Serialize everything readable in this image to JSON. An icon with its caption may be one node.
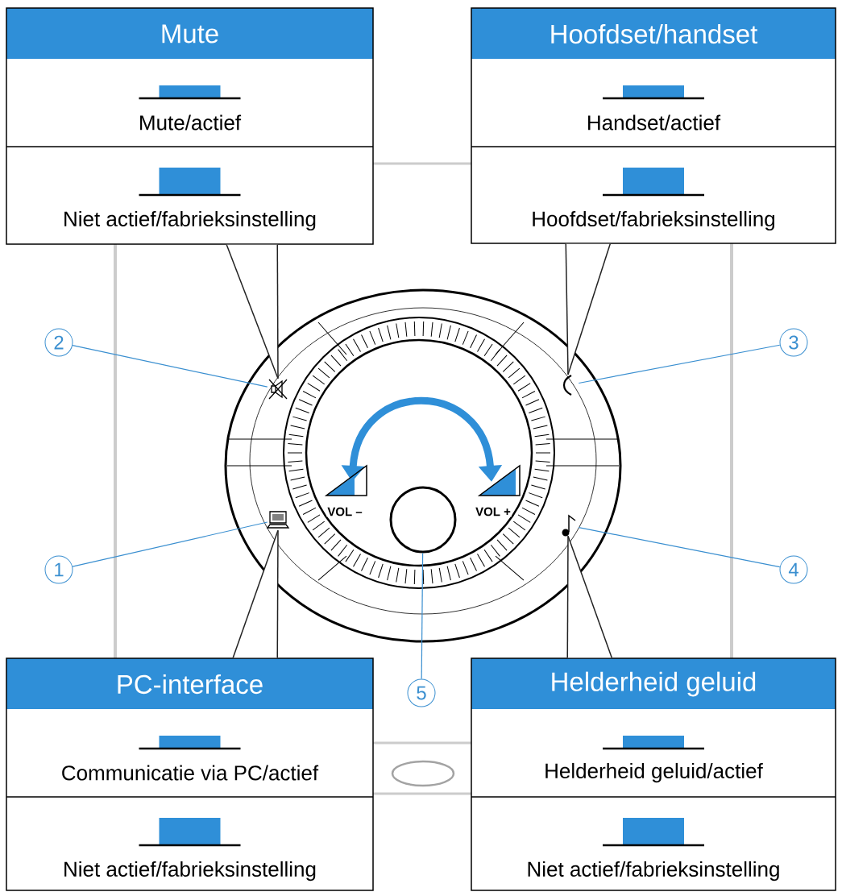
{
  "diagram": {
    "nodes": [
      {
        "text": [
          "Mute",
          "Mute/actief",
          "Niet actief/fabrieksinstelling"
        ]
      },
      {
        "text": [
          "Hoofdset/handset",
          "Handset/actief",
          "Hoofdset/fabrieksinstelling"
        ]
      },
      {
        "text": [
          "PC-interface",
          "Communicatie via PC/actief",
          "Niet actief/fabrieksinstelling"
        ]
      },
      {
        "text": [
          "Helderheid geluid",
          "Helderheid geluid/actief",
          "Niet actief/fabrieksinstelling"
        ]
      },
      {
        "text": [
          "2"
        ]
      },
      {
        "text": [
          "3"
        ]
      },
      {
        "text": [
          "1"
        ]
      },
      {
        "text": [
          "4"
        ]
      },
      {
        "text": [
          "5"
        ]
      },
      {
        "text": [],
        "shape": "icon"
      },
      {
        "text": [],
        "shape": "icon"
      },
      {
        "text": [],
        "shape": "icon"
      },
      {
        "text": [],
        "shape": "icon"
      },
      {
        "text": [],
        "shape": "circle"
      }
    ],
    "edges": [
      {
        "from": 0,
        "to": 9,
        "arrow": "none",
        "color": "#222222"
      },
      {
        "from": 1,
        "to": 10,
        "arrow": "none",
        "color": "#222222"
      },
      {
        "from": 2,
        "to": 11,
        "arrow": "none",
        "color": "#222222"
      },
      {
        "from": 3,
        "to": 12,
        "arrow": "none",
        "color": "#222222"
      },
      {
        "from": 4,
        "to": 9,
        "arrow": "none"
      },
      {
        "from": 5,
        "to": 10,
        "arrow": "none"
      },
      {
        "from": 6,
        "to": 11,
        "arrow": "none"
      },
      {
        "from": 7,
        "to": 12,
        "arrow": "none"
      },
      {
        "from": 8,
        "to": 13,
        "arrow": "none"
      }
    ],
    "labels": [
      "VOL –",
      "VOL +"
    ]
  }
}
